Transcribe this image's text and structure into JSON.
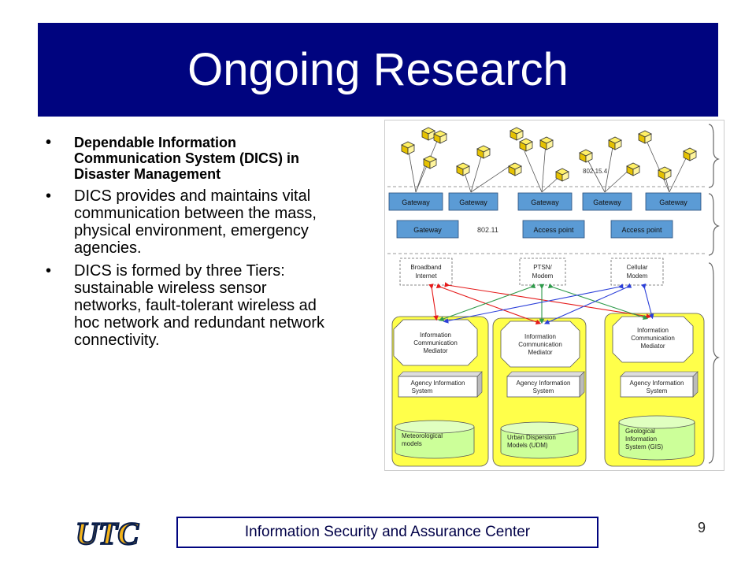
{
  "slide": {
    "title": "Ongoing Research",
    "bullets": [
      "Dependable Information Communication System (DICS) in Disaster Management",
      "DICS provides and maintains vital communication between the mass, physical environment, emergency agencies.",
      "DICS is formed by three Tiers: sustainable wireless sensor networks, fault-tolerant wireless ad hoc network and redundant network connectivity."
    ],
    "bullet_char": "•"
  },
  "diagram": {
    "protocol_top": "802.15.4",
    "protocol_mid": "802.11",
    "gateways": [
      "Gateway",
      "Gateway",
      "Gateway",
      "Gateway",
      "Gateway"
    ],
    "row2_gateway": "Gateway",
    "access_points": [
      "Access point",
      "Access point"
    ],
    "networks": [
      {
        "line1": "Broadband",
        "line2": "Internet"
      },
      {
        "line1": "PTSN/",
        "line2": "Modem"
      },
      {
        "line1": "Cellular",
        "line2": "Modem"
      }
    ],
    "agencies": [
      {
        "mediator": [
          "Information",
          "Communication",
          "Mediator"
        ],
        "system": [
          "Agency Information",
          "System"
        ],
        "db": [
          "Meteorological",
          "models"
        ]
      },
      {
        "mediator": [
          "Information",
          "Communication",
          "Mediator"
        ],
        "system": [
          "Agency Information",
          "System"
        ],
        "db": [
          "Urban Dispersion",
          "Models (UDM)"
        ]
      },
      {
        "mediator": [
          "Information",
          "Communication",
          "Mediator"
        ],
        "system": [
          "Agency Information",
          "System"
        ],
        "db": [
          "Geological",
          "Information",
          "System (GIS)"
        ]
      }
    ],
    "colors": {
      "box_fill": "#5b9bd5",
      "yellow": "#ffff4a",
      "db_fill": "#ccff99",
      "red": "#e51a1a",
      "green": "#2e9a4a",
      "blue": "#2b3fd9"
    }
  },
  "footer": {
    "logo_text": "UTC",
    "center_text": "Information Security and Assurance Center",
    "page_number": "9"
  }
}
